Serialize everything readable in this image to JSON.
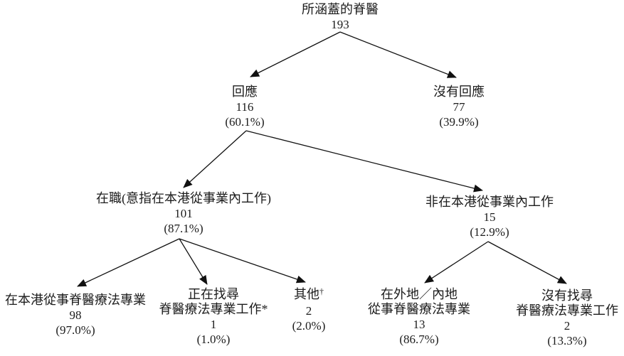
{
  "tree": {
    "total": {
      "label": "所涵蓋的脊醫",
      "count": "193"
    },
    "responded": {
      "label": "回應",
      "count": "116",
      "percent": "(60.1%)"
    },
    "no_response": {
      "label": "沒有回應",
      "count": "77",
      "percent": "(39.9%)"
    },
    "working": {
      "label": "在職(意指在本港從事業內工作)",
      "count": "101",
      "percent": "(87.1%)"
    },
    "not_working_in_hk": {
      "label": "非在本港從事業內工作",
      "count": "15",
      "percent": "(12.9%)"
    },
    "practising_in_hk": {
      "label": "在本港從事脊醫療法專業",
      "count": "98",
      "percent": "(97.0%)"
    },
    "seeking_work": {
      "label_line1": "正在找尋",
      "label_line2": "脊醫療法專業工作*",
      "count": "1",
      "percent": "(1.0%)"
    },
    "others": {
      "label": "其他",
      "footnote_mark": "†",
      "count": "2",
      "percent": "(2.0%)"
    },
    "overseas_mainland": {
      "label_line1": "在外地／內地",
      "label_line2": "從事脊醫療法專業",
      "count": "13",
      "percent": "(86.7%)"
    },
    "not_seeking_work": {
      "label_line1": "沒有找尋",
      "label_line2": "脊醫療法專業工作",
      "count": "2",
      "percent": "(13.3%)"
    }
  }
}
